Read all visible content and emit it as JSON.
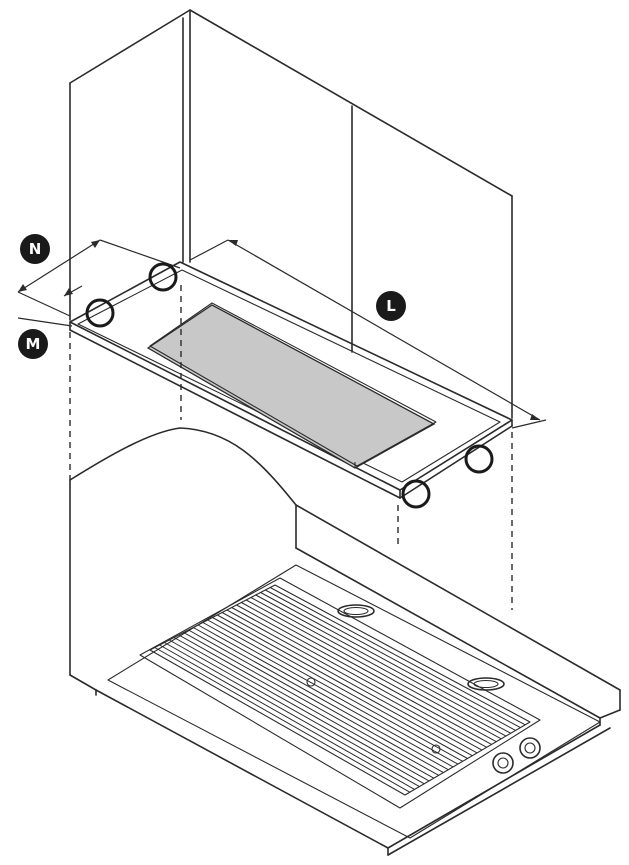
{
  "labels": {
    "n": "N",
    "m": "M",
    "l": "L"
  },
  "colors": {
    "line": "#2b2b2b",
    "badge": "#1a1a1a",
    "duct_fill": "#c8c8c8",
    "background": "#ffffff"
  },
  "icons": {
    "callout": "filled-circle-letter",
    "mounting_point": "open-circle"
  }
}
